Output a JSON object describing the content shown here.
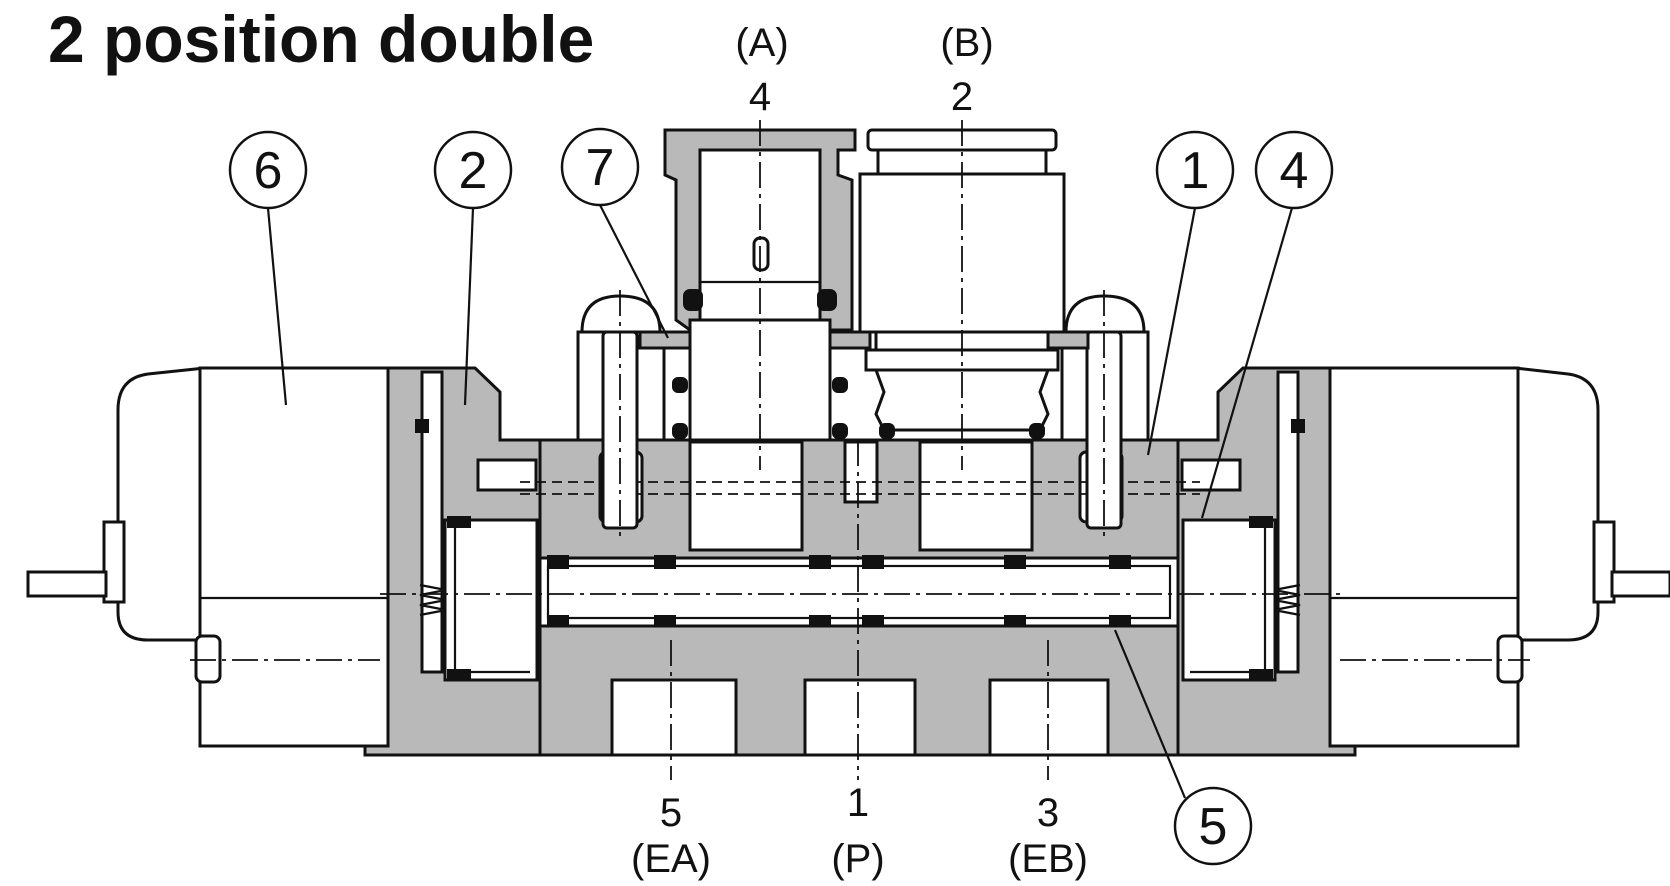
{
  "diagram": {
    "title": "2 position double",
    "ports": {
      "top_left": {
        "letter": "(A)",
        "number": "4"
      },
      "top_right": {
        "letter": "(B)",
        "number": "2"
      },
      "bottom_left": {
        "number": "5",
        "letter": "(EA)"
      },
      "bottom_center": {
        "number": "1",
        "letter": "(P)"
      },
      "bottom_right": {
        "number": "3",
        "letter": "(EB)"
      }
    },
    "callouts": [
      "6",
      "2",
      "7",
      "1",
      "4",
      "5"
    ]
  }
}
